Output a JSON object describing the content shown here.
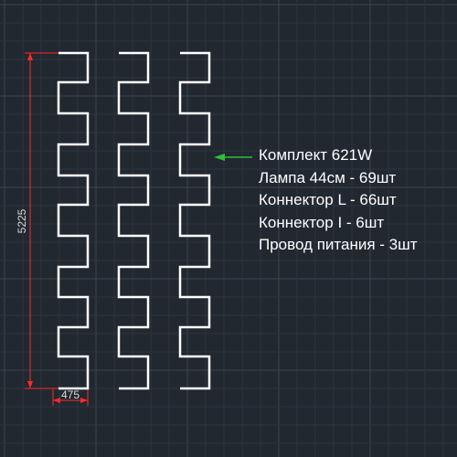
{
  "dimensions": {
    "height_label": "5225",
    "width_label": "475"
  },
  "spec": {
    "kit": "Комплект 621W",
    "lamp": "Лампа 44см - 69шт",
    "connector_l": "Коннектор L - 66шт",
    "connector_i": "Коннектор I - 6шт",
    "power_cable": "Провод питания - 3шт"
  },
  "colors": {
    "background": "#212830",
    "grid_minor": "#2b3440",
    "grid_major": "#3a4552",
    "lamp": "#ffffff",
    "dimension": "#ff2a2a",
    "dimension_text": "#dcdcdc",
    "arrow": "#2fbf3a",
    "text": "#ffffff"
  }
}
